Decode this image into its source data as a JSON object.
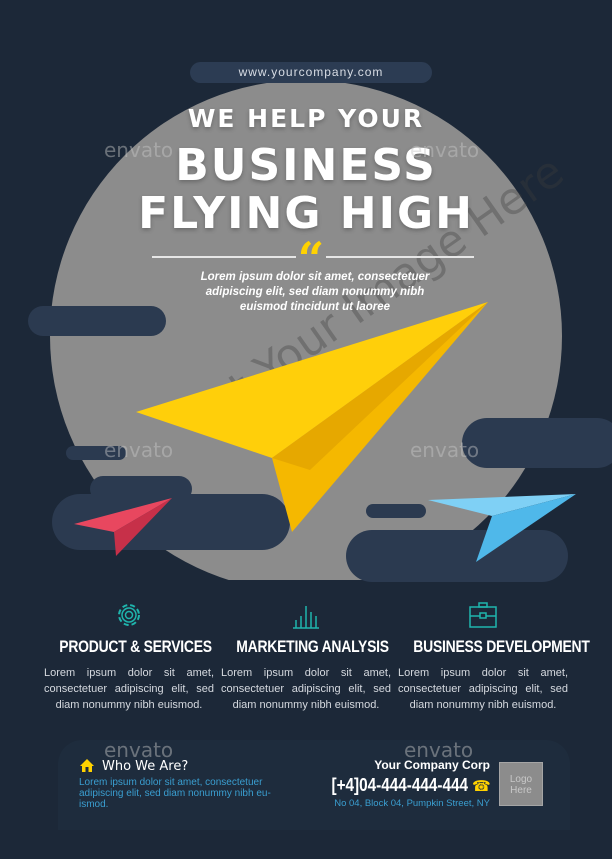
{
  "website": "www.yourcompany.com",
  "headline": {
    "line1": "WE HELP YOUR",
    "line2": "BUSINESS",
    "line3": "FLYING HIGH"
  },
  "quote_mark": "“",
  "tagline": [
    "Lorem ipsum dolor sit amet, consectetuer",
    "adipiscing elit, sed diam nonummy nibh",
    "euismod tincidunt ut laoree"
  ],
  "image_placeholder": "Put Your Image Here",
  "watermark": "envato",
  "colors": {
    "background": "#1c2838",
    "accent_yellow": "#ffd200",
    "accent_teal": "#1fb5ad",
    "plane_red": "#e8475f",
    "plane_blue": "#4fb8ea",
    "address_blue": "#3a9ed0"
  },
  "features": [
    {
      "icon": "gear-icon",
      "title": "PRODUCT & SERVICES",
      "text": "Lorem ipsum dolor sit amet, consectetuer adipiscing elit, sed diam nonummy nibh euismod."
    },
    {
      "icon": "bar-chart-icon",
      "title": "MARKETING ANALYSIS",
      "text": "Lorem ipsum dolor sit amet, consectetuer adipiscing elit, sed diam nonummy nibh euismod."
    },
    {
      "icon": "briefcase-icon",
      "title": "BUSINESS DEVELOPMENT",
      "text": "Lorem ipsum dolor sit amet, consectetuer adipiscing elit, sed diam nonummy nibh euismod."
    }
  ],
  "footer": {
    "who_title": "Who We Are?",
    "who_text": "Lorem ipsum dolor sit amet, consectetuer adipiscing elit, sed diam nonummy nibh eu-ismod.",
    "company": "Your Company Corp",
    "phone": "[+4]04-444-444-444",
    "address": "No 04, Block 04, Pumpkin Street, NY",
    "logo": "Logo Here"
  }
}
